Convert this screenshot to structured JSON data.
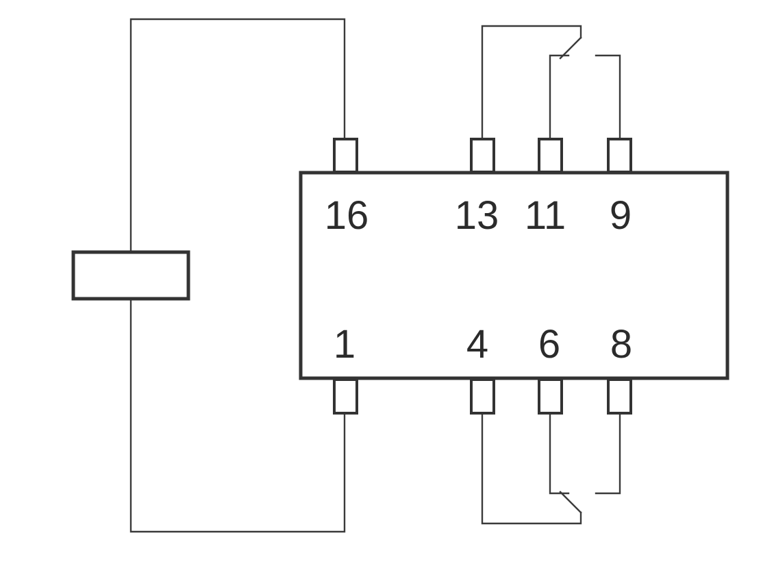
{
  "relay": {
    "top_pins": [
      {
        "id": "pin-16",
        "label": "16"
      },
      {
        "id": "pin-13",
        "label": "13"
      },
      {
        "id": "pin-11",
        "label": "11"
      },
      {
        "id": "pin-9",
        "label": "9"
      }
    ],
    "bottom_pins": [
      {
        "id": "pin-1",
        "label": "1"
      },
      {
        "id": "pin-4",
        "label": "4"
      },
      {
        "id": "pin-6",
        "label": "6"
      },
      {
        "id": "pin-8",
        "label": "8"
      }
    ]
  },
  "colors": {
    "line": "#3a3a3a",
    "outline": "#333333",
    "text": "#2b2b2b",
    "background": "#ffffff"
  }
}
